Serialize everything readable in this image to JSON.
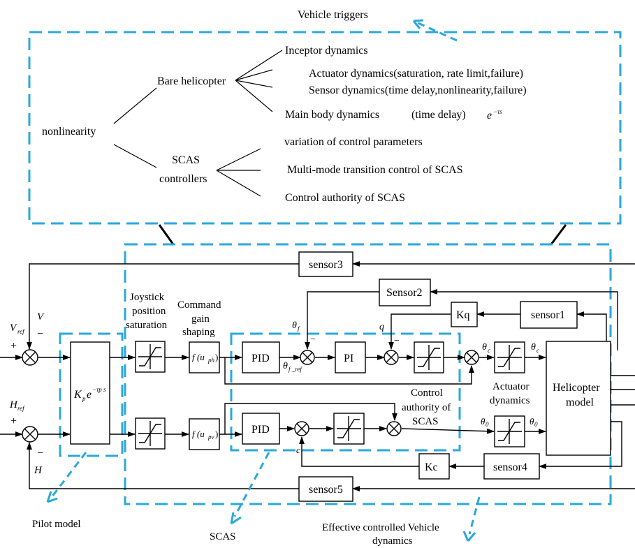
{
  "colors": {
    "dashed_frames": "#2aa8dc",
    "lines": "#000000"
  },
  "top_panel": {
    "title": "Vehicle triggers",
    "root": "nonlinearity",
    "branch1": "Bare helicopter",
    "branch1_items": [
      "Inceptor dynamics",
      "Actuator dynamics(saturation, rate limit,failure)",
      "Sensor dynamics(time delay,nonlinearity,failure)",
      "Main body dynamics"
    ],
    "time_delay_note": "(time delay)",
    "delay_term": "e",
    "delay_exponent": "−τs",
    "branch2_line1": "SCAS",
    "branch2_line2": "controllers",
    "branch2_items": [
      "variation of control parameters",
      "Multi-mode transition control of SCAS",
      "Control authority of SCAS"
    ]
  },
  "blocks": {
    "sensor1": "sensor1",
    "sensor2": "Sensor2",
    "sensor3": "sensor3",
    "sensor4": "sensor4",
    "sensor5": "sensor5",
    "kq": "Kq",
    "kc": "Kc",
    "pid_top": "PID",
    "pid_bottom": "PID",
    "pi": "PI",
    "helicopter_line1": "Helicopter",
    "helicopter_line2": "model",
    "pilot_gain": "K",
    "pilot_gain_sub": "p",
    "pilot_exp": "e",
    "pilot_exp_sup": "−τp s",
    "shaping_top": "f (u",
    "shaping_top_sub": "ph",
    "shaping_bottom": "f (u",
    "shaping_bottom_sub": "pv",
    "close_paren": ")"
  },
  "labels": {
    "joystick": [
      "Joystick",
      "position",
      "saturation"
    ],
    "command": [
      "Command",
      "gain",
      "shaping"
    ],
    "actuator": [
      "Actuator",
      "dynamics"
    ],
    "authority": [
      "Control",
      "authority of",
      "SCAS"
    ],
    "v": "V",
    "v_ref": "V",
    "v_ref_sub": "ref",
    "h": "H",
    "h_ref": "H",
    "h_ref_sub": "ref",
    "plus": "+",
    "minus": "−",
    "theta": "θ",
    "theta_f_sub": "f",
    "theta_fref_sub": "f _ref",
    "theta_c_sub": "c",
    "theta_0_sub": "0",
    "q": "q",
    "c": "c"
  },
  "callouts": {
    "pilot_model": "Pilot model",
    "scas": "SCAS",
    "effective_line1": "Effective controlled Vehicle",
    "effective_line2": "dynamics"
  }
}
